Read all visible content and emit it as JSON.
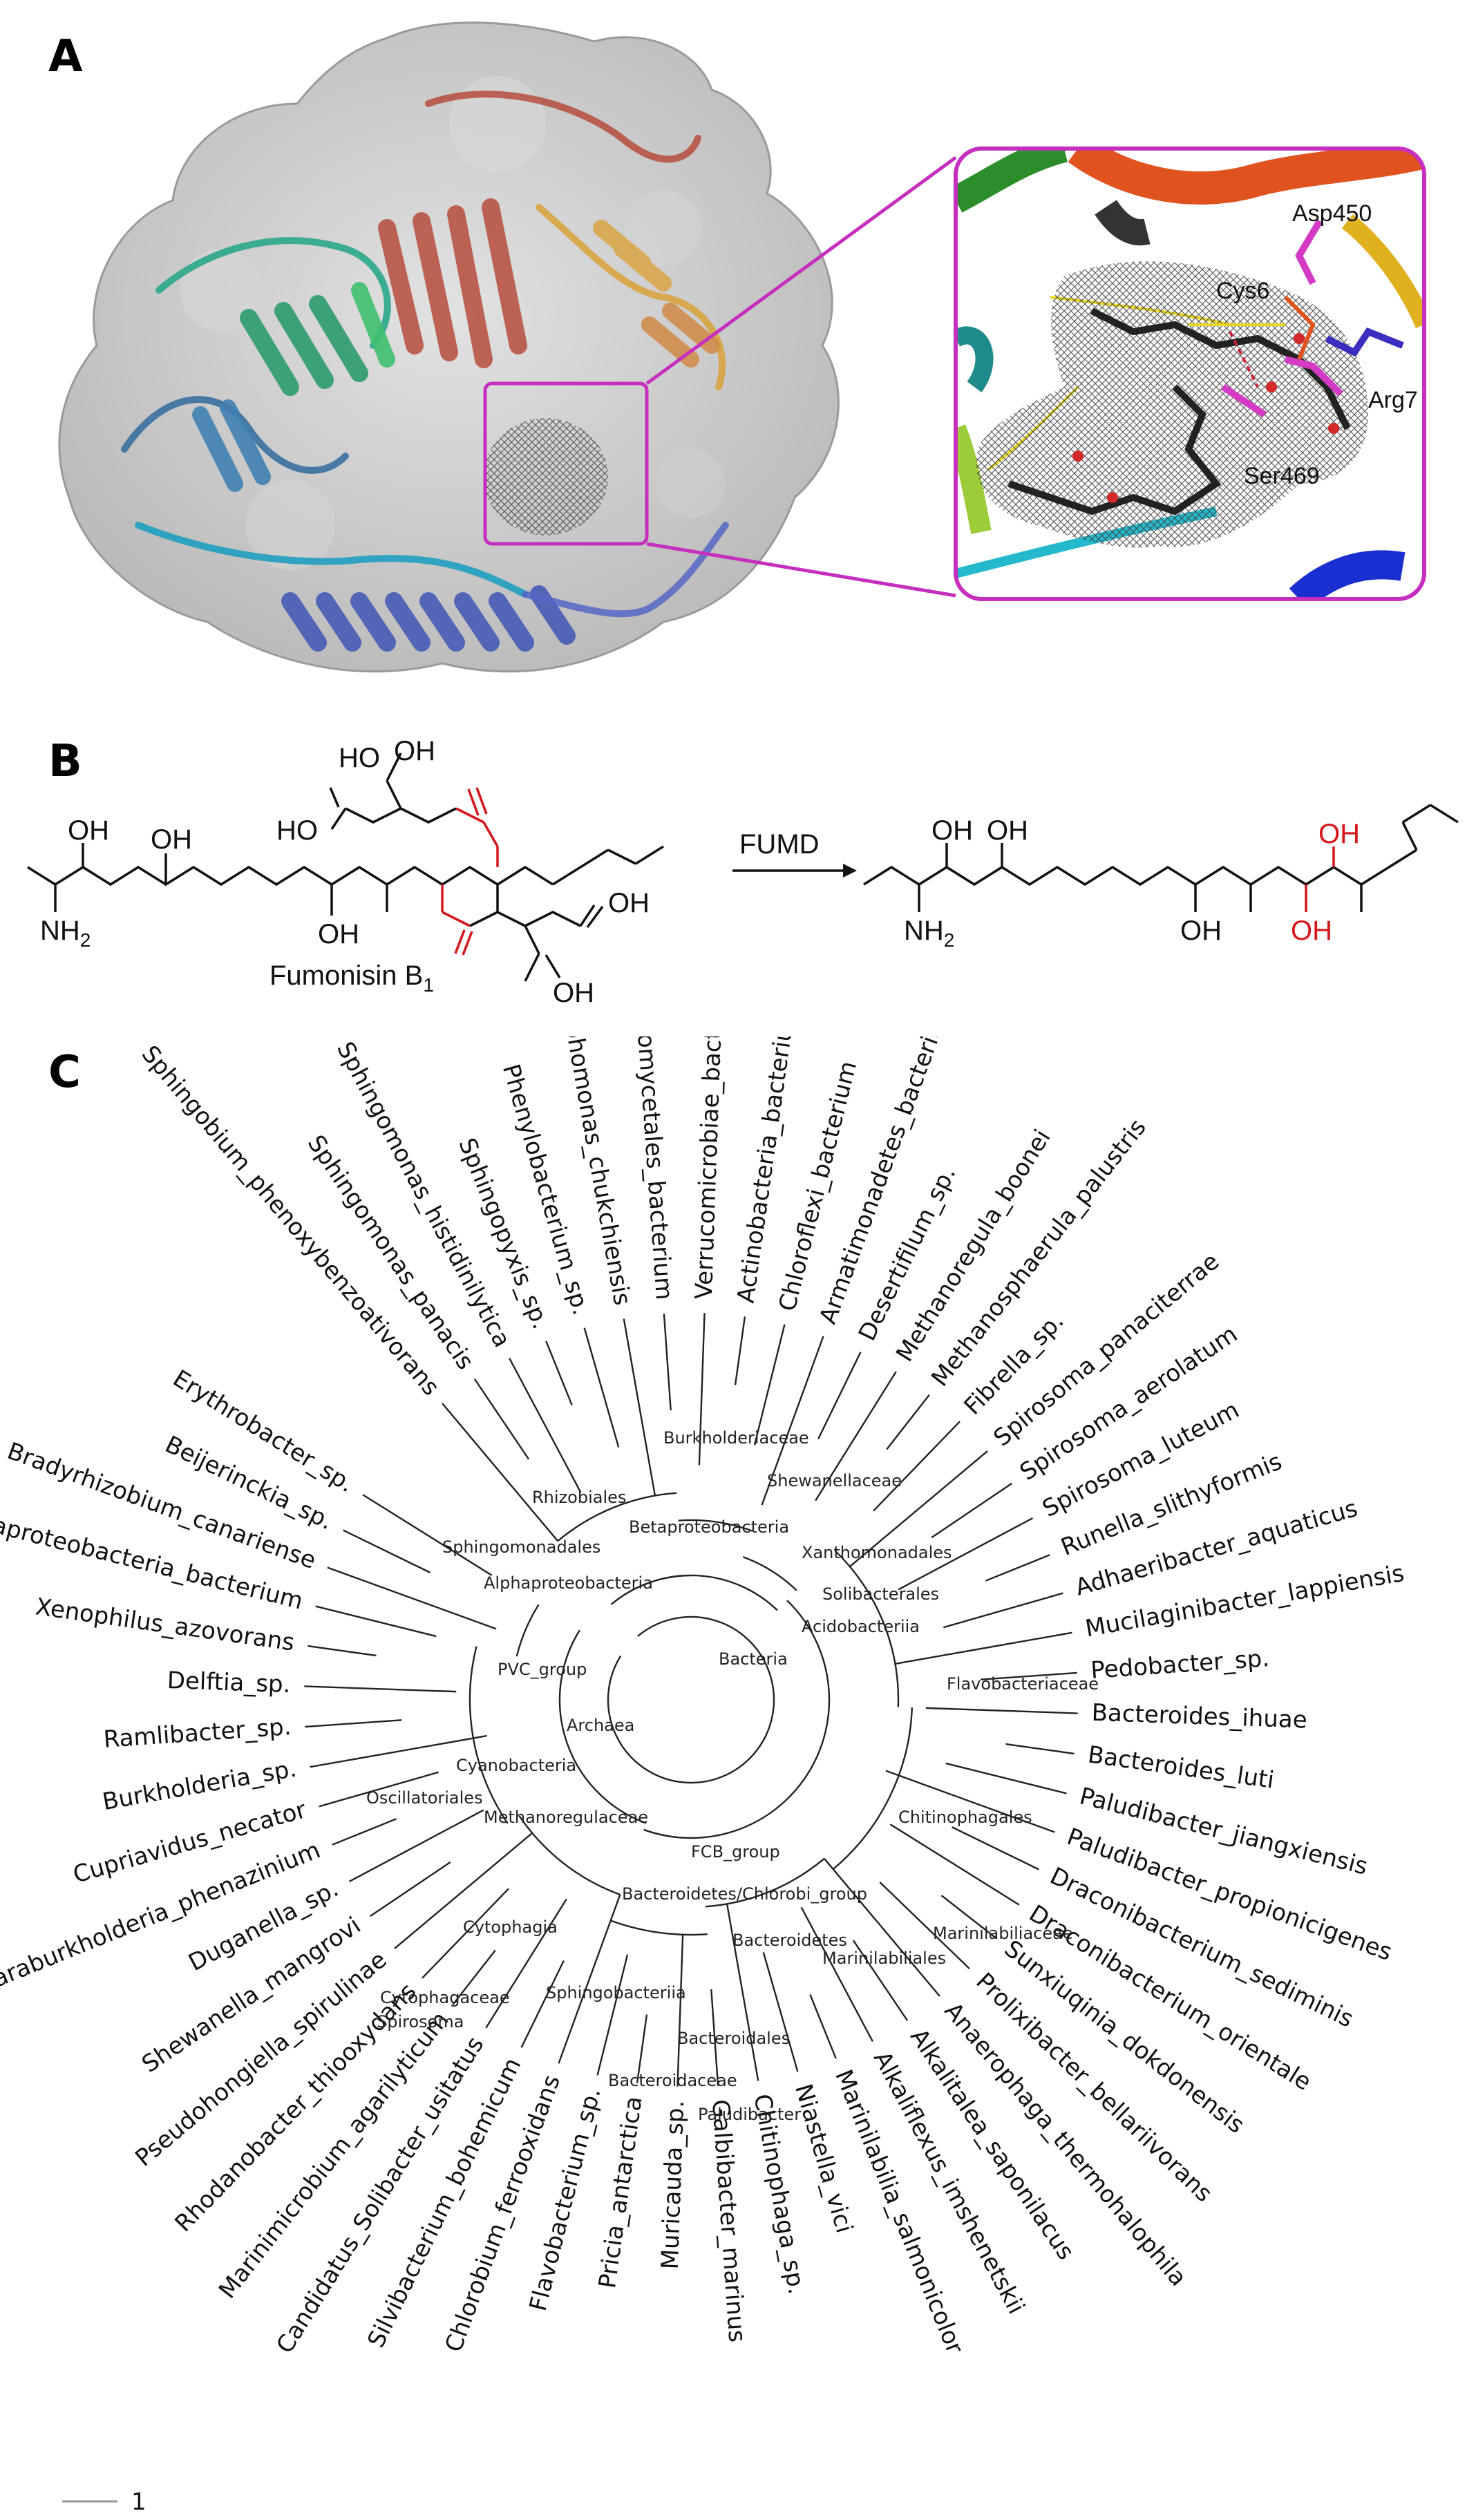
{
  "panels": {
    "a": "A",
    "b": "B",
    "c": "C"
  },
  "panelA": {
    "residues": [
      "Asp450",
      "Cys6",
      "Arg7",
      "Ser469"
    ],
    "colors": {
      "inset_border": "#c62fbd",
      "surface": "#c8c8c8"
    }
  },
  "panelB": {
    "reagent_label": "Fumonisin B",
    "reagent_subscript": "1",
    "enzyme": "FUMD",
    "groups": {
      "oh": "OH",
      "nh2": "NH",
      "nh2_sub": "2",
      "ho": "HO",
      "red_oh": "OH"
    },
    "colors": {
      "ester": "#d4151a"
    }
  },
  "panelC": {
    "scale_bar_label": "1",
    "leaves": [
      "Sphingobium_phenoxybenzoativorans",
      "Sphingomonas_panacis",
      "Sphingomonas_histidinilytica",
      "Sphingopyxis_sp.",
      "Phenylobacterium_sp.",
      "Hyphomonas_chukchiensis",
      "Planctomycetales_bacterium",
      "Verrucomicrobiae_bacterium",
      "Actinobacteria_bacterium",
      "Chloroflexi_bacterium",
      "Armatimonadetes_bacterium",
      "Desertifilum_sp.",
      "Methanoregula_boonei",
      "Methanosphaerula_palustris",
      "Fibrella_sp.",
      "Spirosoma_panaciterrae",
      "Spirosoma_aerolatum",
      "Spirosoma_luteum",
      "Runella_slithyformis",
      "Adhaeribacter_aquaticus",
      "Mucilaginibacter_lappiensis",
      "Pedobacter_sp.",
      "Bacteroides_ihuae",
      "Bacteroides_luti",
      "Paludibacter_jiangxiensis",
      "Paludibacter_propionicigenes",
      "Draconibacterium_sediminis",
      "Draconibacterium_orientale",
      "Sunxiuqinia_dokdonensis",
      "Prolixibacter_bellariivorans",
      "Anaerophaga_thermohalophila",
      "Alkalitalea_saponilacus",
      "Alkaliflexus_imshenetskii",
      "Marinilabilia_salmonicolor",
      "Niastella_vici",
      "Chitinophaga_sp.",
      "Galbibacter_marinus",
      "Muricauda_sp.",
      "Pricia_antarctica",
      "Flavobacterium_sp.",
      "Chlorobium_ferrooxidans",
      "Silvibacterium_bohemicum",
      "Candidatus_Solibacter_usitatus",
      "Marinimicrobium_agarilyticum",
      "Rhodanobacter_thiooxydans",
      "Pseudohongiella_spirulinae",
      "Shewanella_mangrovi",
      "Duganella_sp.",
      "Paraburkholderia_phenazinium",
      "Cupriavidus_necator",
      "Burkholderia_sp.",
      "Ramlibacter_sp.",
      "Delftia_sp.",
      "Xenophilus_azovorans",
      "Deltaproteobacteria_bacterium",
      "Bradyrhizobium_canariense",
      "Beijerinckia_sp.",
      "Erythrobacter_sp."
    ],
    "nodes": {
      "burkholderiaceae": "Burkholderiaceae",
      "shewanellaceae": "Shewanellaceae",
      "rhizobiales": "Rhizobiales",
      "betaproteobacteria": "Betaproteobacteria",
      "xanthomonadales": "Xanthomonadales",
      "sphingomonadales": "Sphingomonadales",
      "alphaproteobacteria": "Alphaproteobacteria",
      "solibacterales": "Solibacterales",
      "acidobacteriia": "Acidobacteriia",
      "pvc_group": "PVC_group",
      "bacteria": "Bacteria",
      "flavobacteriaceae": "Flavobacteriaceae",
      "archaea": "Archaea",
      "cyanobacteria": "Cyanobacteria",
      "oscillatoriales": "Oscillatoriales",
      "methanoregulaceae": "Methanoregulaceae",
      "chitinophagales": "Chitinophagales",
      "fcb_group": "FCB_group",
      "bacteroidetes_chlorobi": "Bacteroidetes/Chlorobi_group",
      "cytophagia": "Cytophagia",
      "bacteroidetes": "Bacteroidetes",
      "marinilabiliaceae": "Marinilabiliaceae",
      "marinilabiliales": "Marinilabiliales",
      "sphingobacteriia": "Sphingobacteriia",
      "cytophagaceae": "Cytophagaceae",
      "spirosoma": "Spirosoma",
      "bacteroidales": "Bacteroidales",
      "bacteroidaceae": "Bacteroidaceae",
      "paludibacter": "Paludibacter"
    }
  }
}
